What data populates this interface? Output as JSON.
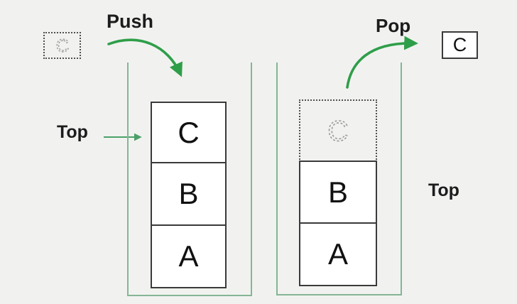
{
  "labels": {
    "push": "Push",
    "pop": "Pop",
    "top_left": "Top",
    "top_right": "Top"
  },
  "left_stack": {
    "description": "stack during push operation",
    "incoming_item": "C",
    "items": [
      "C",
      "B",
      "A"
    ]
  },
  "right_stack": {
    "description": "stack during pop operation",
    "ghost_item": "C",
    "items": [
      "B",
      "A"
    ],
    "popped_item": "C"
  },
  "colors": {
    "background": "#f1f2f0",
    "arrow_green": "#2f9e49",
    "container_green": "#84b694",
    "pointer_green": "#4aa068",
    "box_border": "#3a3a3a",
    "ghost_gray": "#9b9b9b",
    "text": "#1c1c1c"
  }
}
